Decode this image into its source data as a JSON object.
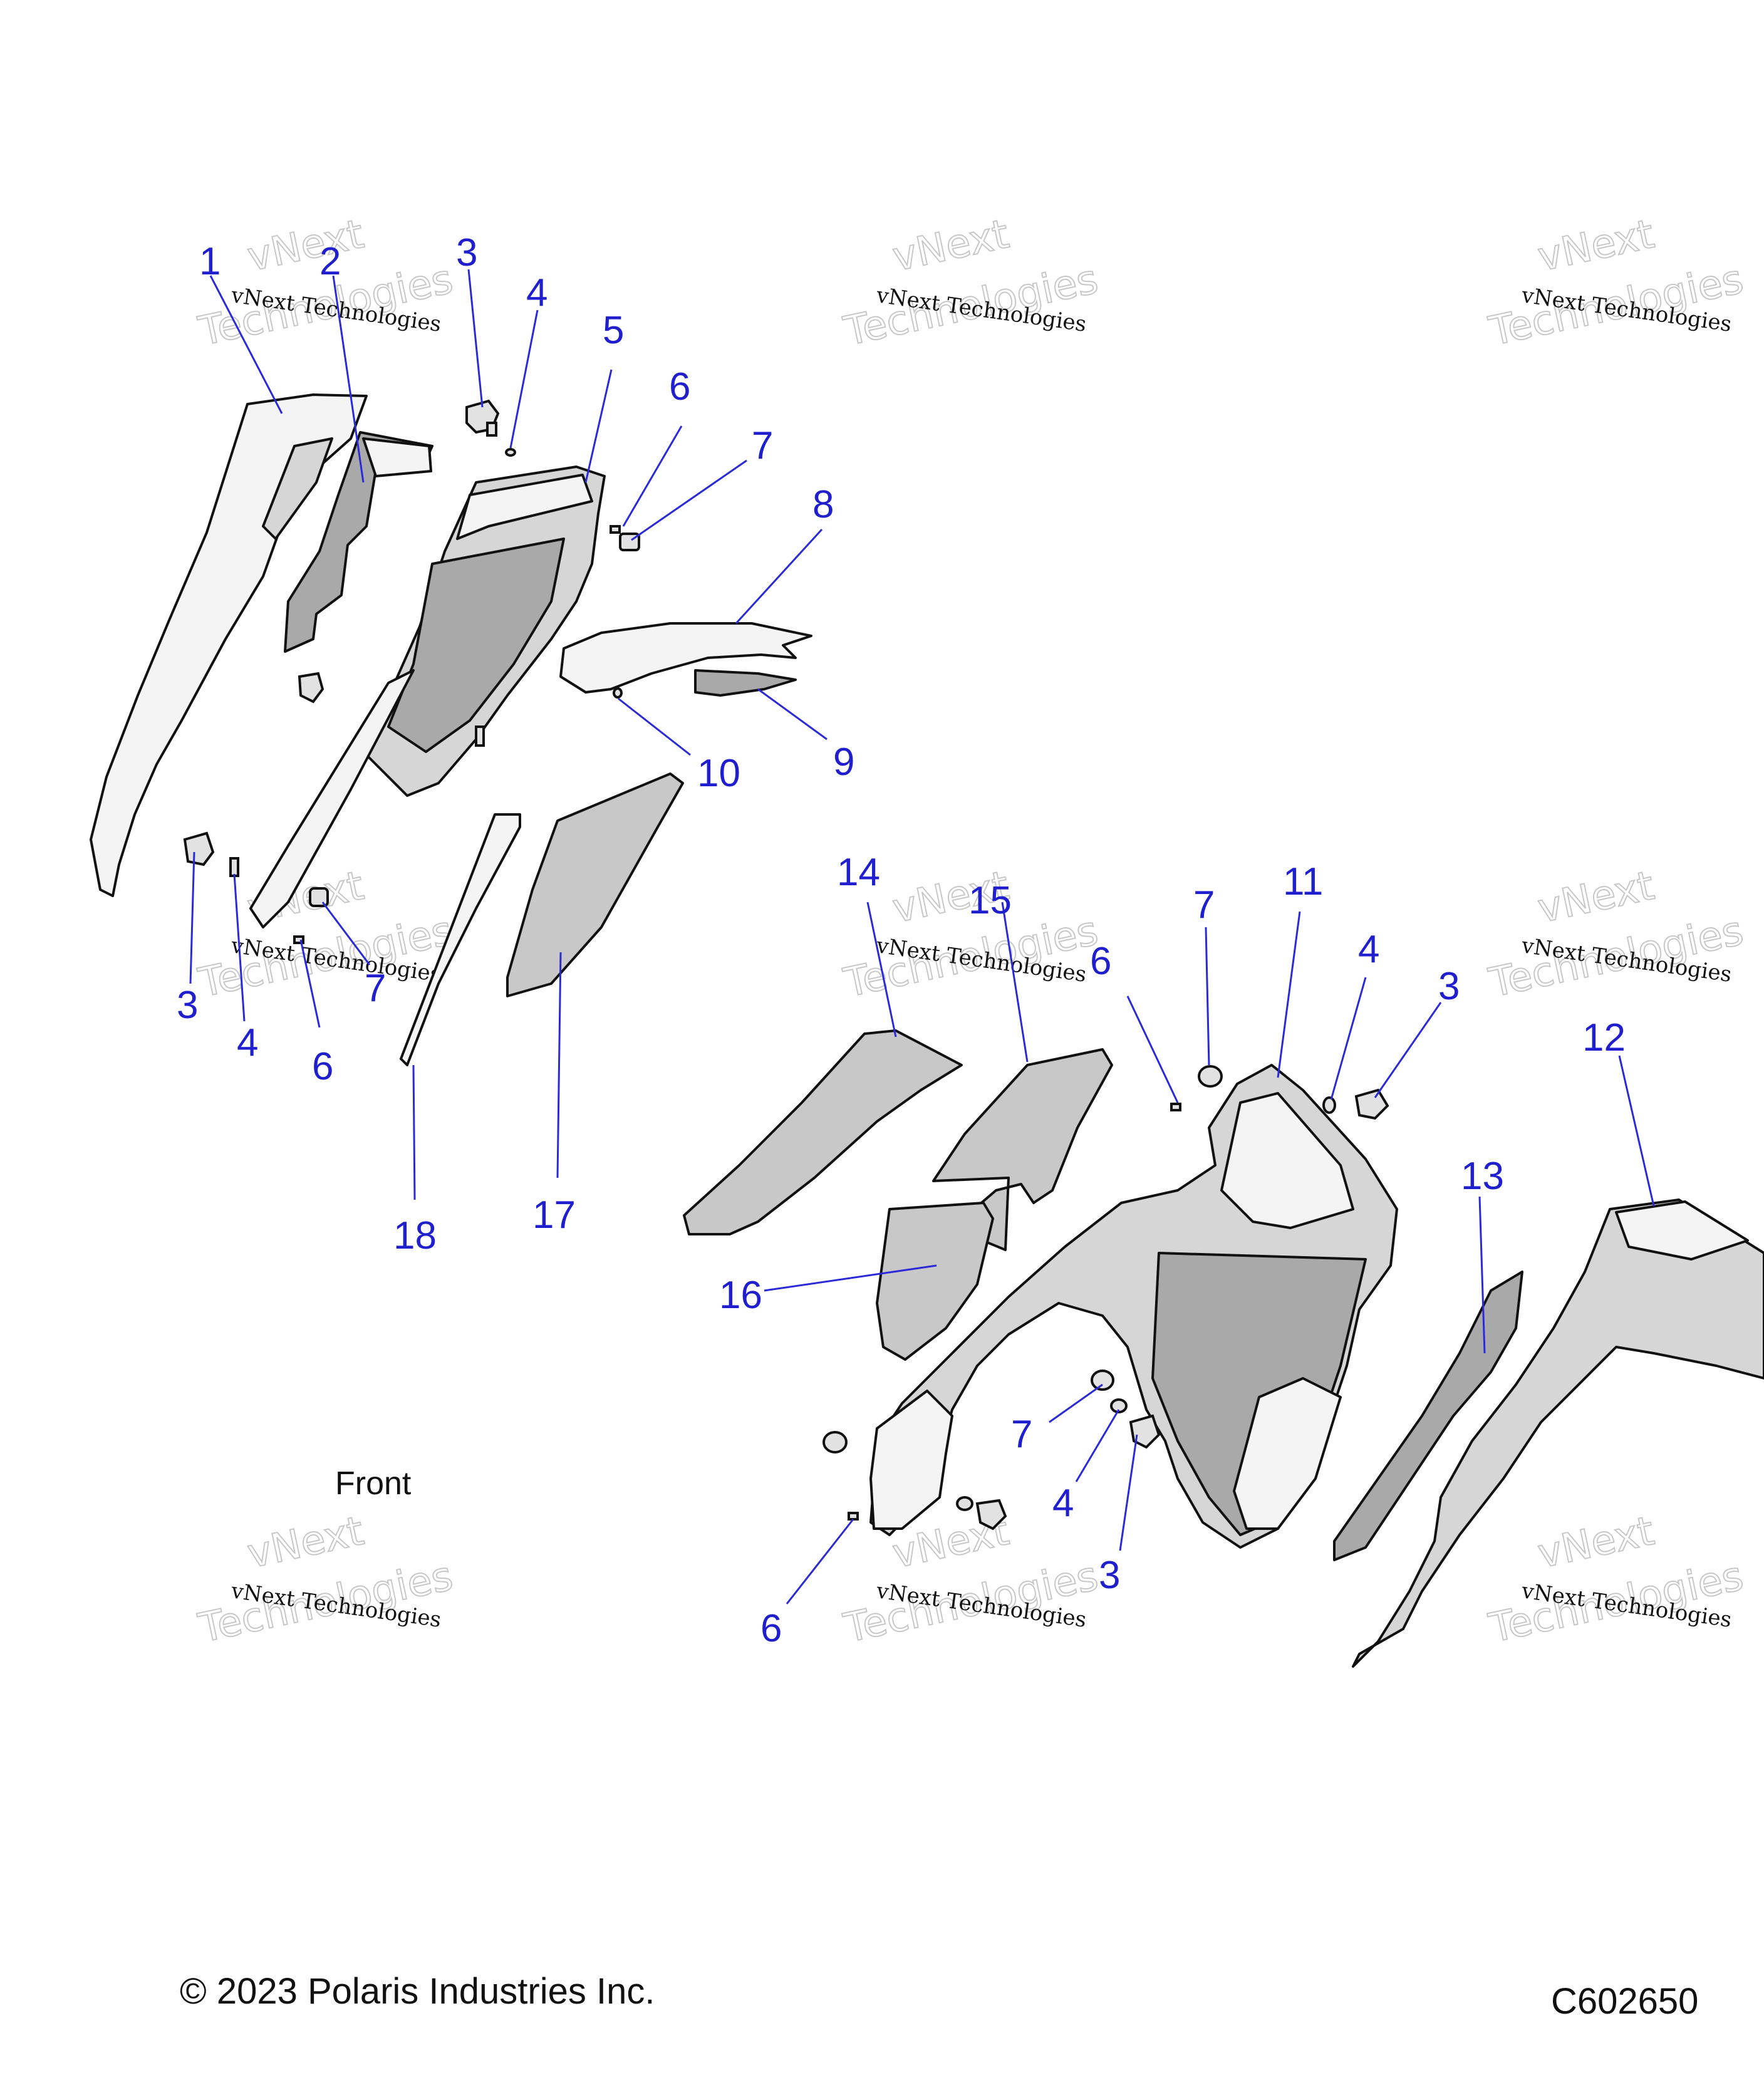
{
  "front_label": "Front",
  "copyright": "© 2023 Polaris Industries Inc.",
  "figure_code": "C602650",
  "watermark": {
    "line1": "vNext Technologies",
    "line2": "vNext",
    "line3": "Technologies"
  },
  "callouts": {
    "c1": "1",
    "c2": "2",
    "c3a": "3",
    "c4a": "4",
    "c5": "5",
    "c6a": "6",
    "c7a": "7",
    "c8": "8",
    "c9": "9",
    "c10": "10",
    "c3b": "3",
    "c4b": "4",
    "c6b": "6",
    "c7b": "7",
    "c17": "17",
    "c18": "18",
    "c14": "14",
    "c15": "15",
    "c6c": "6",
    "c7c": "7",
    "c11": "11",
    "c4c": "4",
    "c3c": "3",
    "c12": "12",
    "c13": "13",
    "c16": "16",
    "c7d": "7",
    "c4d": "4",
    "c3d": "3",
    "c6d": "6"
  }
}
